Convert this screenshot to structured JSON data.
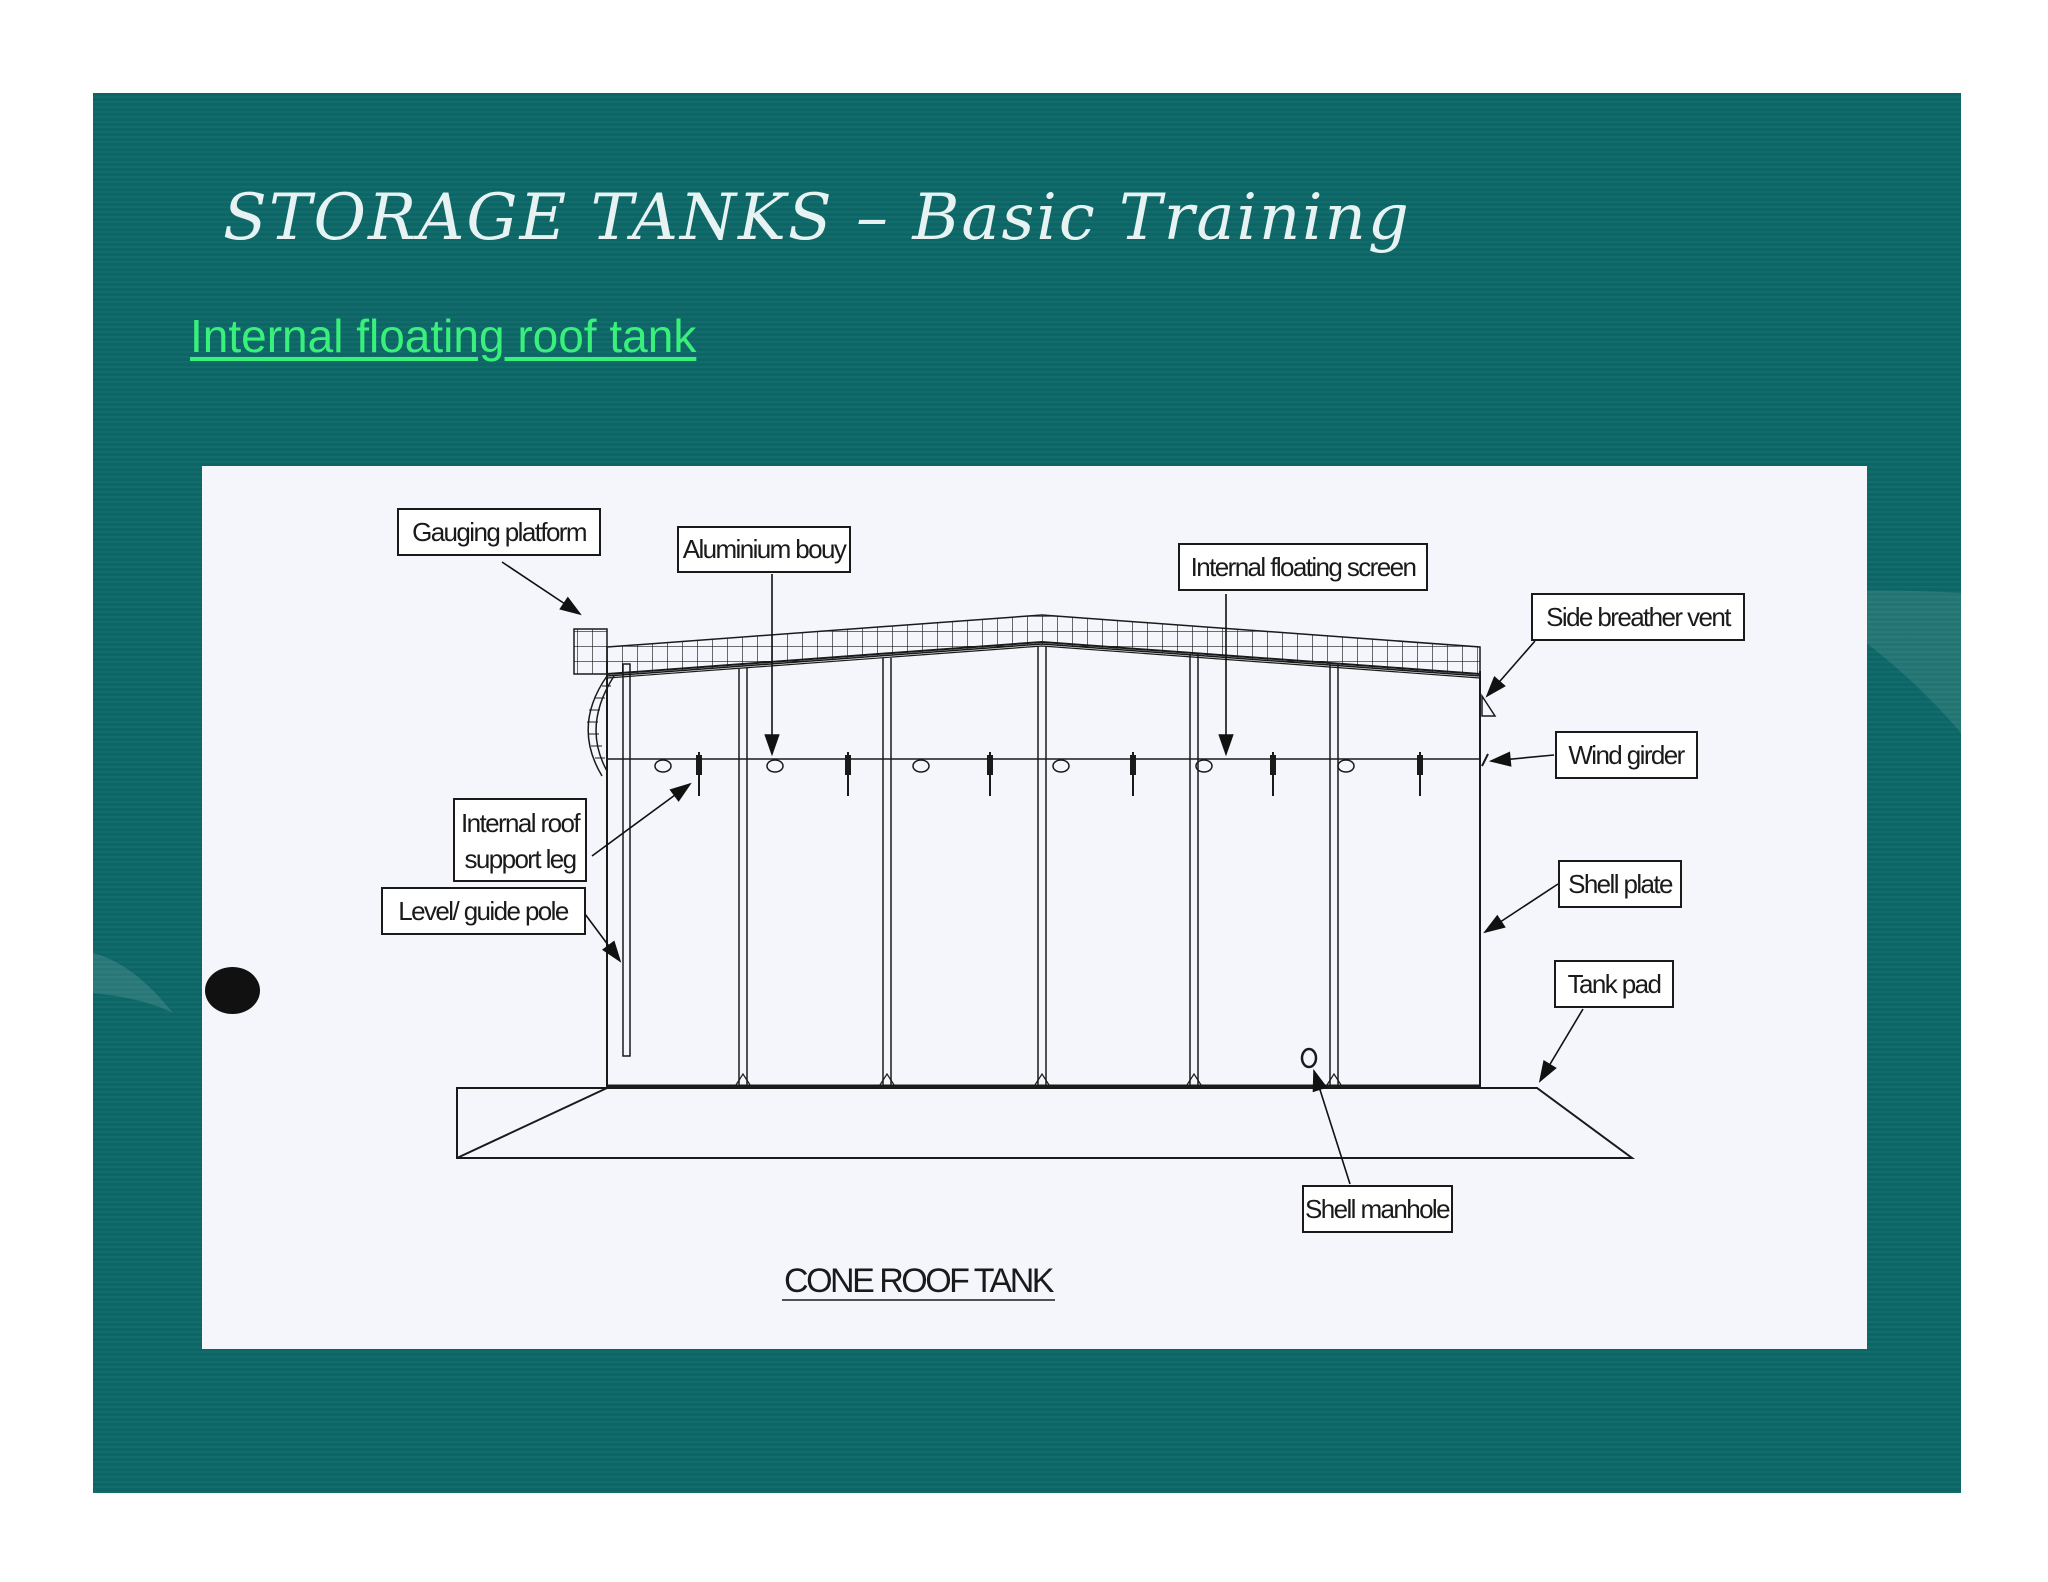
{
  "slide": {
    "title": "STORAGE TANKS – Basic Training",
    "subtitle": "Internal floating roof tank"
  },
  "diagram": {
    "caption": "CONE ROOF TANK",
    "labels": {
      "gauging_platform": "Gauging platform",
      "aluminium_bouy": "Aluminium bouy",
      "internal_floating_screen": "Internal floating screen",
      "side_breather_vent": "Side breather vent",
      "wind_girder": "Wind girder",
      "internal_roof_support_leg_1": "Internal roof",
      "internal_roof_support_leg_2": "support leg",
      "level_guide_pole": "Level/ guide pole",
      "shell_plate": "Shell plate",
      "tank_pad": "Tank pad",
      "shell_manhole": "Shell manhole"
    }
  },
  "colors": {
    "slide_background": "#0d6868",
    "title_text": "#e6f3f2",
    "subtitle_link": "#39f07a",
    "diagram_background": "#f4f6fb",
    "diagram_ink": "#1a1a1a"
  }
}
